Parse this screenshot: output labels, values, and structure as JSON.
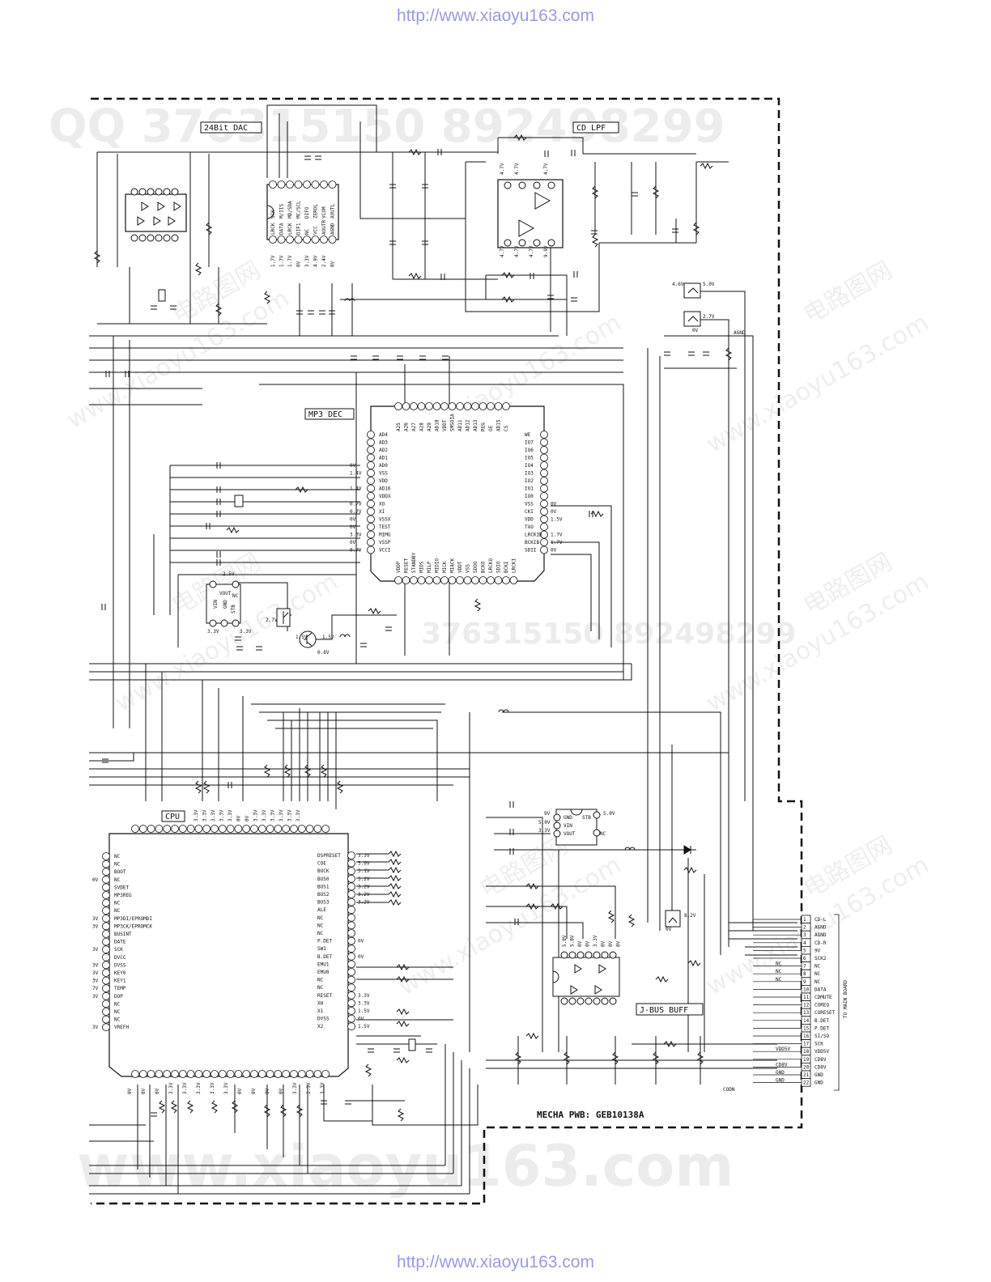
{
  "header_url": "http://www.xiaoyu163.com",
  "footer_url": "http://www.xiaoyu163.com",
  "watermarks": {
    "top": "QQ 376315150   892498299",
    "middle": "376315150  892498299",
    "bottom": "www.xiaoyu163.com",
    "diag": "www.xiaoyu163.com",
    "cn": "电路图网"
  },
  "blocks": {
    "dac": "24Bit DAC",
    "lpf": "CD LPF",
    "mp3": "MP3 DEC",
    "cpu": "CPU",
    "jbus": "J-BUS BUFF",
    "pwb": "MECHA PWB: GEB10138A",
    "to_main": "TO MAIN BOARD"
  },
  "dac_pins_top": [
    "SCK",
    "M/IIS",
    "MD/SDA",
    "MC/SCL",
    "DIFO",
    "ZEROL",
    "VCOM",
    "AOUTL"
  ],
  "dac_pins_bottom": [
    "LRCK",
    "DATA",
    "LRCK",
    "DIF1",
    "NC",
    "VCC",
    "AOUTR",
    "AGND"
  ],
  "dac_volts": [
    "1.7V",
    "1.7V",
    "1.7V",
    "0V",
    "3.3V",
    "4.9V",
    "2.4V",
    "0V"
  ],
  "mp3_left": [
    "AD4",
    "AD3",
    "AD2",
    "AD1",
    "AD0",
    "VSS",
    "VDD",
    "AD16",
    "VDDX",
    "XO",
    "XI",
    "VSSX",
    "TEST",
    "MIMG",
    "VSSP",
    "VCCI"
  ],
  "mp3_left_volts": [
    "",
    "",
    "",
    "",
    "0V",
    "1.4V",
    "",
    "1.4V",
    "",
    "0.7V",
    "0.7V",
    "0V",
    "0V",
    "3.3V",
    "0V",
    "0.7V"
  ],
  "mp3_right": [
    "WE",
    "IO7",
    "IO6",
    "IO5",
    "IO4",
    "IO3",
    "IO2",
    "IO1",
    "IO0",
    "VSS",
    "CKI",
    "VDD",
    "TXO",
    "LRCKIB",
    "BCKIB",
    "SDII"
  ],
  "mp3_right_volts": [
    "",
    "",
    "",
    "",
    "",
    "",
    "",
    "",
    "",
    "0V",
    "0V",
    "1.5V",
    "",
    "1.7V",
    "1.7V",
    "0V"
  ],
  "mp3_top": [
    "A25",
    "A26",
    "A27",
    "A28",
    "A29",
    "AD10",
    "VDDT",
    "SMSOIA",
    "AD11",
    "AD12",
    "AD13",
    "REG",
    "OE",
    "AD15",
    "CS"
  ],
  "mp3_bottom": [
    "VDDP",
    "RESET",
    "STANDBY",
    "MIDS",
    "MILP",
    "MIDIO",
    "MICK",
    "MIACK",
    "VDDT",
    "VSS",
    "SDOO",
    "BCKO",
    "LRCKO",
    "SDIO",
    "BCKI",
    "LRCKI"
  ],
  "cpu_left": [
    "NC",
    "NC",
    "BOOT",
    "NC",
    "SVDET",
    "MP3REG",
    "NC",
    "NC",
    "MP3DI/EPROMDI",
    "MP3CK/EPROMCK",
    "BUSINT",
    "DATE",
    "SCK",
    "DVCC",
    "DVSS",
    "KEY0",
    "KEY1",
    "TEMP",
    "DOP",
    "NC",
    "NC",
    "NC",
    "VREFH"
  ],
  "cpu_left_volts": [
    "",
    "",
    "",
    "0V",
    "",
    "",
    "",
    "",
    "3V",
    "3V",
    "",
    "",
    "3V",
    "",
    "3V",
    "3V",
    "3V",
    "7V",
    "3V",
    "",
    "",
    "",
    "3V"
  ],
  "cpu_right": [
    "DSPRESET",
    "COE",
    "BUCK",
    "BUS0",
    "BUS1",
    "BUS2",
    "BUS3",
    "ALE",
    "NC",
    "NC",
    "NC",
    "P.DET",
    "SW1",
    "B.DET",
    "EMU1",
    "EMU0",
    "NC",
    "NC",
    "RESET",
    "XH",
    "X1",
    "DVSS",
    "X2"
  ],
  "cpu_right_volts": [
    "3.3V",
    "3.0V",
    "3.1V",
    "3.2V",
    "3.2V",
    "3.2V",
    "3.2V",
    "",
    "",
    "",
    "",
    "0V",
    "",
    "0V",
    "",
    "",
    "",
    "",
    "3.3V",
    "3.3V",
    "1.5V",
    "0V",
    "1.5V"
  ],
  "cpu_top_volts": [
    "3.3V",
    "3.3V",
    "3.3V",
    "3.3V",
    "3.3V",
    "0V",
    "0V",
    "3.3V",
    "3.3V",
    "3.3V",
    "3.3V",
    "3.3V",
    "3.3V"
  ],
  "cpu_bottom_volts": [
    "0V",
    "0V",
    "0V",
    "3.3V",
    "3.3V",
    "3.3V",
    "3.3V",
    "3.3V",
    "0V",
    "0V",
    "0V",
    "0V",
    "3.3V",
    "3.3V",
    "3.3V"
  ],
  "jbus_volts": [
    "5.0V",
    "5.0V",
    "0V",
    "0V",
    "3.3V",
    "0V",
    "0V",
    "0V"
  ],
  "reg_pins": [
    "GND",
    "VIN",
    "VOUT",
    "STB",
    "NC"
  ],
  "reg_volts": [
    "9V",
    "5.0V",
    "3.3V",
    "5.0V"
  ],
  "vreg_small": {
    "vin": "VIN",
    "gnd": "GND",
    "vout": "VOUT",
    "stb": "STB",
    "nc": "NC",
    "v1": "2.5V",
    "v2": "3.3V",
    "v3": "3.3V"
  },
  "lpf_volts": [
    "4.7V",
    "4.7V",
    "4.7V",
    "4.7V",
    "4.7V",
    "4.7V",
    "9.9V"
  ],
  "transistors": {
    "t1": "4.6V",
    "t2": "5.0V",
    "t3": "2.7V",
    "t4": "0V",
    "t5": "8.2V",
    "t6": "0V",
    "t7": "1.5V",
    "t8": "1.5V",
    "t9": "0.8V",
    "t10": "2.7V"
  },
  "agnd": "AGND",
  "codn": "CODN",
  "connector": [
    {
      "pin": "1",
      "name": "CD-L",
      "side": ""
    },
    {
      "pin": "2",
      "name": "AGND",
      "side": ""
    },
    {
      "pin": "3",
      "name": "AGND",
      "side": ""
    },
    {
      "pin": "4",
      "name": "CD-R",
      "side": ""
    },
    {
      "pin": "5",
      "name": "9V",
      "side": ""
    },
    {
      "pin": "6",
      "name": "SCK2",
      "side": ""
    },
    {
      "pin": "7",
      "name": "NC",
      "side": "NC"
    },
    {
      "pin": "8",
      "name": "NC",
      "side": "NC"
    },
    {
      "pin": "9",
      "name": "NC",
      "side": "NC"
    },
    {
      "pin": "10",
      "name": "DATA",
      "side": ""
    },
    {
      "pin": "11",
      "name": "CDMUTE",
      "side": ""
    },
    {
      "pin": "12",
      "name": "COREQ",
      "side": ""
    },
    {
      "pin": "13",
      "name": "CORESET",
      "side": ""
    },
    {
      "pin": "14",
      "name": "B.DET",
      "side": ""
    },
    {
      "pin": "15",
      "name": "P.DET",
      "side": ""
    },
    {
      "pin": "16",
      "name": "SI/SO",
      "side": ""
    },
    {
      "pin": "17",
      "name": "SCK",
      "side": ""
    },
    {
      "pin": "18",
      "name": "VDD5V",
      "side": "VDD5V"
    },
    {
      "pin": "19",
      "name": "CD8V",
      "side": ""
    },
    {
      "pin": "20",
      "name": "CD8V",
      "side": "CD8V"
    },
    {
      "pin": "21",
      "name": "GND",
      "side": "GND"
    },
    {
      "pin": "22",
      "name": "GND",
      "side": "GND"
    }
  ]
}
